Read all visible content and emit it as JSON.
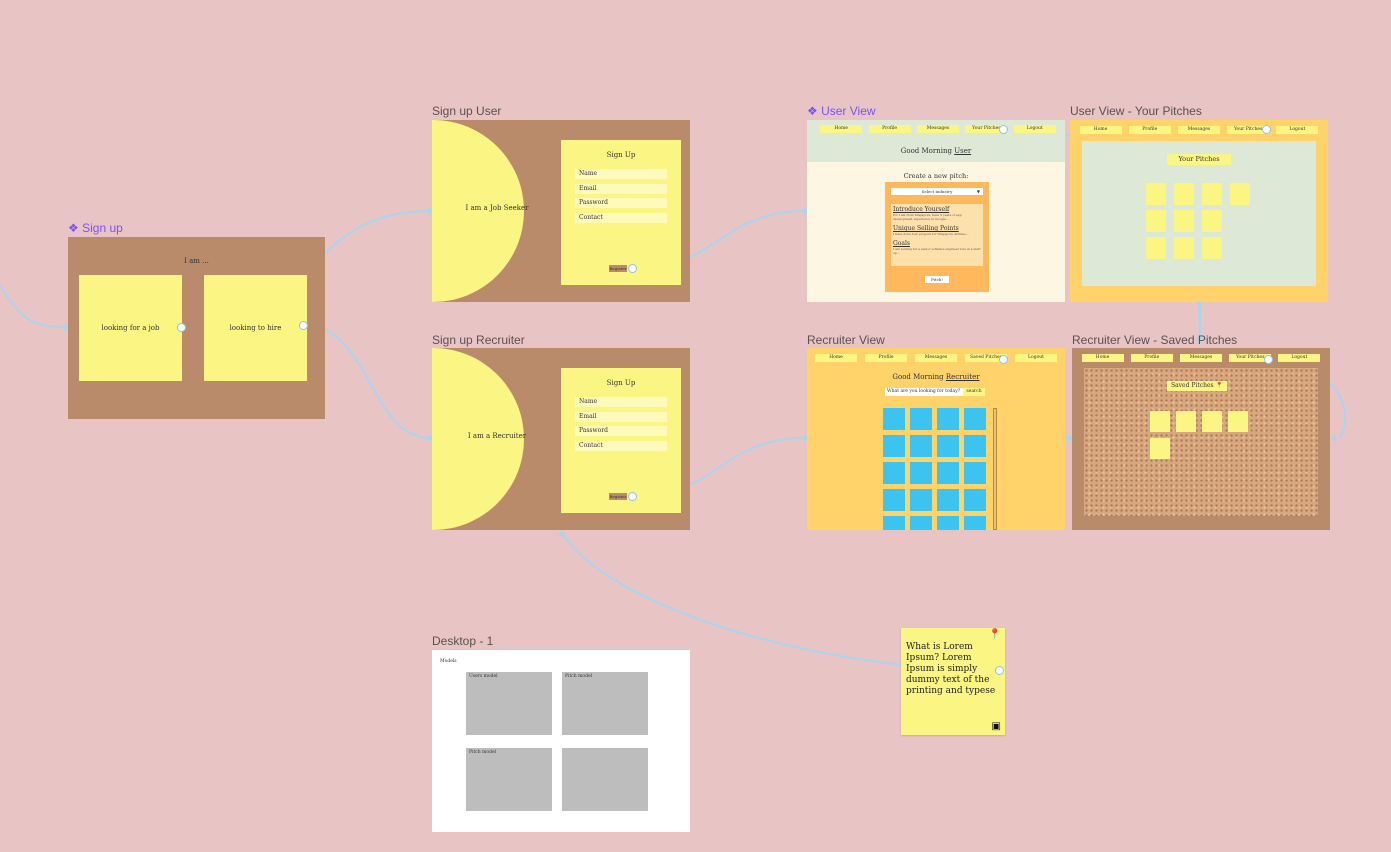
{
  "frames": {
    "signup": {
      "label": "Sign up",
      "title": "I am ...",
      "option_job": "looking for a job",
      "option_hire": "looking to hire"
    },
    "signup_user": {
      "label": "Sign up User",
      "circle_text": "I am a Job Seeker",
      "form_title": "Sign Up",
      "fields": [
        "Name",
        "Email",
        "Password",
        "Contact"
      ],
      "register": "Register"
    },
    "signup_recruiter": {
      "label": "Sign up Recruiter",
      "circle_text": "I am a Recruiter",
      "form_title": "Sign Up",
      "fields": [
        "Name",
        "Email",
        "Password",
        "Contact"
      ],
      "register": "Register"
    },
    "user_view": {
      "label": "User View",
      "nav": [
        "Home",
        "Profile",
        "Messages",
        "Your Pitches",
        "Logout"
      ],
      "greeting": "Good Morning",
      "greeting_user": "User",
      "create_title": "Create a new pitch:",
      "select_industry": "Select industry",
      "sections": [
        {
          "heading": "Introduce Yourself",
          "body": "Hi! I am from Singapore, have 5 years of app development experience in Google..."
        },
        {
          "heading": "Unique Selling Points",
          "body": "I have done four projects for Singapore Airlines..."
        },
        {
          "heading": "Goals",
          "body": "I am looking for a senior software engineer role in a start up..."
        }
      ],
      "pitch_button": "Pitch!"
    },
    "user_pitches": {
      "label": "User View - Your Pitches",
      "nav": [
        "Home",
        "Profile",
        "Messages",
        "Your Pitches",
        "Logout"
      ],
      "title": "Your Pitches"
    },
    "recruiter_view": {
      "label": "Recruiter View",
      "nav": [
        "Home",
        "Profile",
        "Messages",
        "Saved Pitches",
        "Logout"
      ],
      "greeting": "Good Morning",
      "greeting_user": "Recruiter",
      "search_placeholder": "What are you looking for today?",
      "search_button": "search"
    },
    "recruiter_saved": {
      "label": "Recruiter View - Saved Pitches",
      "nav": [
        "Home",
        "Profile",
        "Messages",
        "Your Pitches",
        "Logout"
      ],
      "title": "Saved Pitches"
    },
    "desktop1": {
      "label": "Desktop - 1",
      "section": "Models",
      "models": [
        "Users model",
        "Pitch model",
        "Pitch model",
        ""
      ]
    }
  },
  "note": {
    "text": "What is Lorem Ipsum? Lorem Ipsum is simply dummy text of the printing and typese"
  },
  "colors": {
    "canvas": "#e9c4c4",
    "frame_brown": "#b98b6b",
    "sticky_yellow": "#fbf683",
    "wire": "#a7d6ee",
    "accent_orange": "#ffd36a",
    "purple": "#7b52f5"
  }
}
